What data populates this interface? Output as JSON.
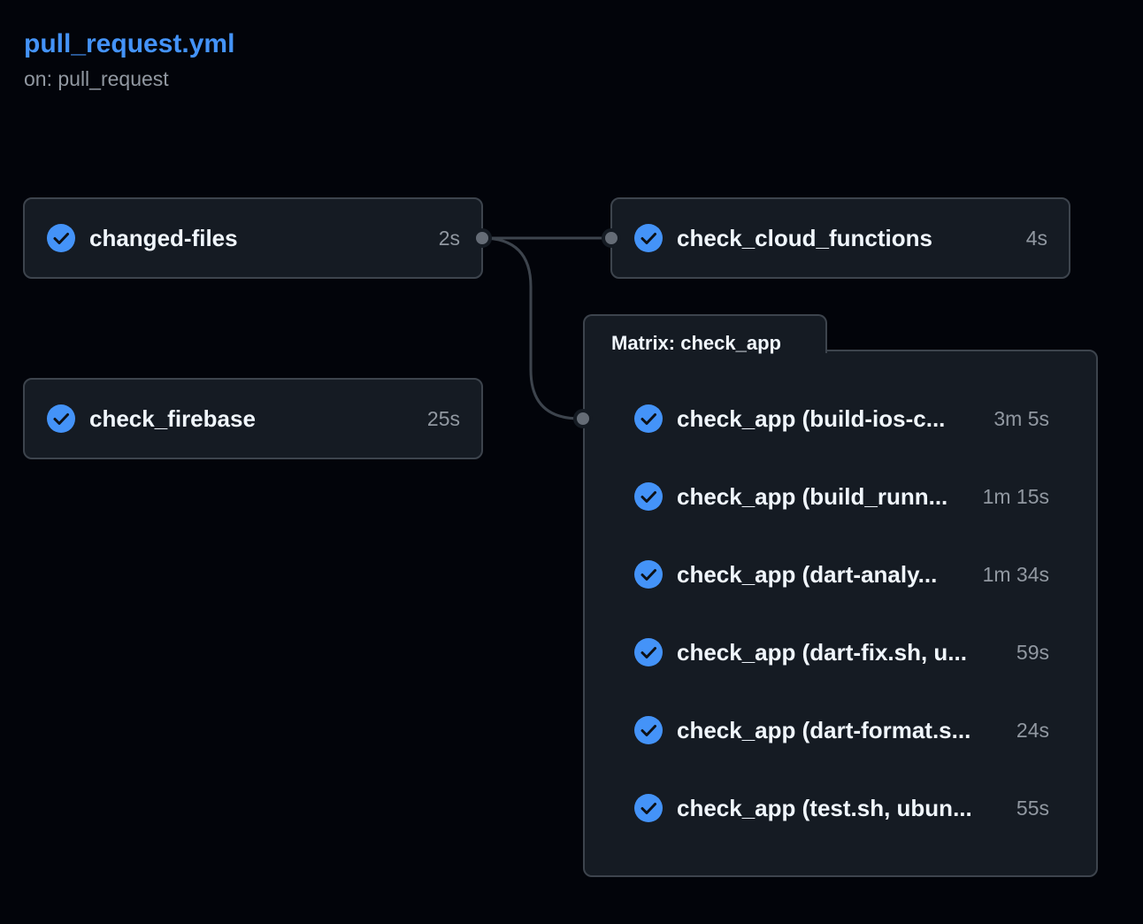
{
  "workflow": {
    "title": "pull_request.yml",
    "trigger": "on: pull_request"
  },
  "colors": {
    "background": "#02040a",
    "card": "#151b23",
    "border": "#3d444d",
    "link": "#4493f8",
    "success": "#4493f8",
    "muted": "#9198a1",
    "connector": "#3d444d"
  },
  "jobs": {
    "changed_files": {
      "name": "changed-files",
      "duration": "2s",
      "status": "success",
      "icon": "check-circle-icon"
    },
    "check_firebase": {
      "name": "check_firebase",
      "duration": "25s",
      "status": "success",
      "icon": "check-circle-icon"
    },
    "check_cloud_functions": {
      "name": "check_cloud_functions",
      "duration": "4s",
      "status": "success",
      "icon": "check-circle-icon"
    }
  },
  "matrix": {
    "label": "Matrix: check_app",
    "jobs": [
      {
        "name": "check_app (build-ios-c...",
        "duration": "3m 5s",
        "status": "success"
      },
      {
        "name": "check_app (build_runn...",
        "duration": "1m 15s",
        "status": "success"
      },
      {
        "name": "check_app (dart-analy...",
        "duration": "1m 34s",
        "status": "success"
      },
      {
        "name": "check_app (dart-fix.sh, u...",
        "duration": "59s",
        "status": "success"
      },
      {
        "name": "check_app (dart-format.s...",
        "duration": "24s",
        "status": "success"
      },
      {
        "name": "check_app (test.sh, ubun...",
        "duration": "55s",
        "status": "success"
      }
    ]
  }
}
